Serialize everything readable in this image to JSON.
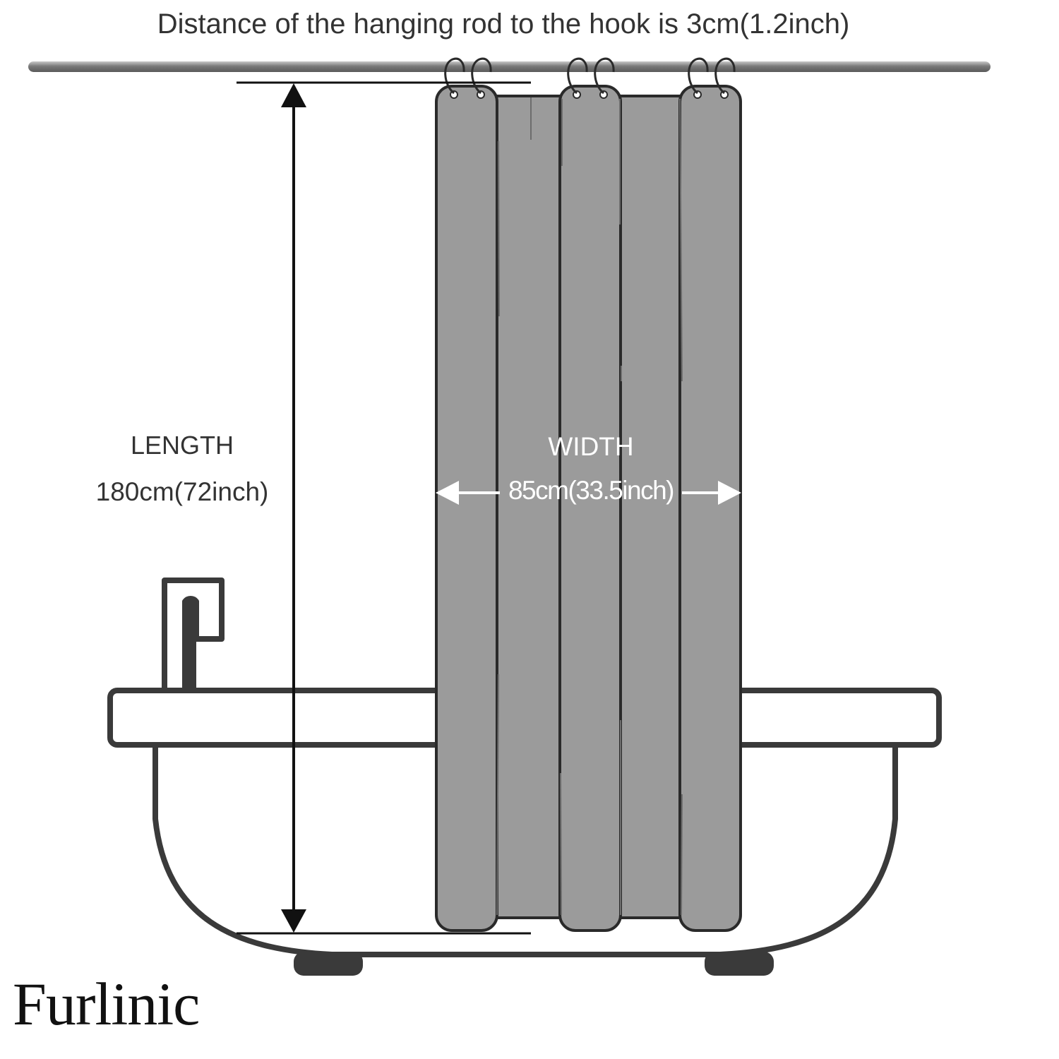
{
  "title": "Distance of the hanging rod to the hook is 3cm(1.2inch)",
  "length": {
    "label": "LENGTH",
    "value": "180cm(72inch)"
  },
  "width": {
    "label": "WIDTH",
    "value": "85cm(33.5inch)"
  },
  "brand": "Furlinic",
  "colors": {
    "curtain": "#9b9b9b",
    "outline": "#3a3a3a",
    "rod": "#8a8a8a",
    "arrow_length": "#111111",
    "arrow_width": "#ffffff",
    "text": "#333333"
  },
  "icons": [
    "curtain-rod",
    "shower-ring-icon",
    "bathtub",
    "faucet-icon",
    "tub-foot"
  ]
}
